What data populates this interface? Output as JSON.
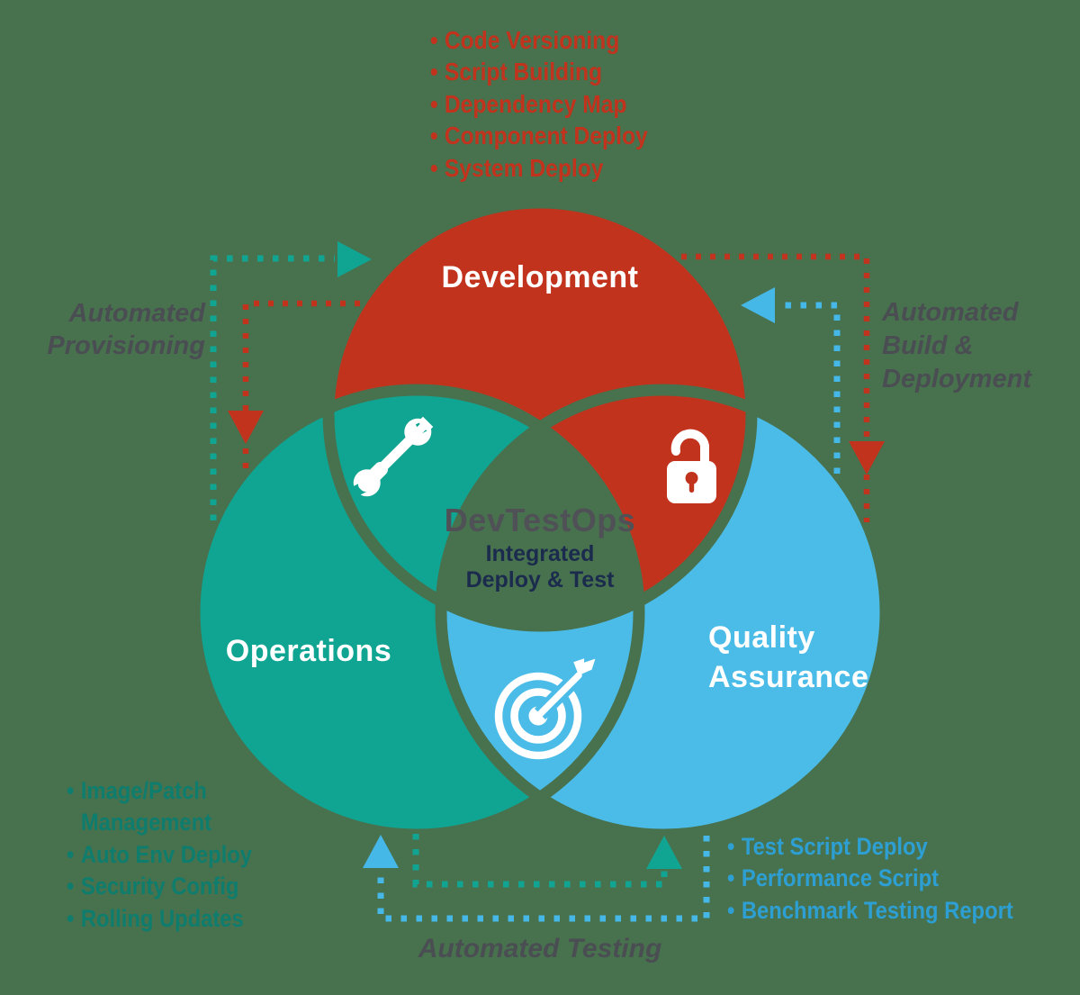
{
  "ui": {
    "bullet": "•"
  },
  "colors": {
    "background": "#48714e",
    "development_red": "#c2331d",
    "operations_teal": "#10a592",
    "qa_blue": "#4bbce8",
    "operations_text_teal": "#0e7d6e",
    "qa_text_blue": "#2d9fd2",
    "label_gray": "#4a4e53",
    "center_navy": "#1b2b4d",
    "center_gray": "#4f5156"
  },
  "center": {
    "title": "DevTestOps",
    "subtitle_line1": "Integrated",
    "subtitle_line2": "Deploy & Test"
  },
  "circles": {
    "development": {
      "label": "Development",
      "items": [
        "Code Versioning",
        "Script Building",
        "Dependency Map",
        "Component Deploy",
        "System Deploy"
      ]
    },
    "operations": {
      "label": "Operations",
      "items": [
        "Image/Patch Management",
        "Auto Env Deploy",
        "Security Config",
        "Rolling Updates"
      ]
    },
    "quality_assurance": {
      "label": "Quality Assurance",
      "items": [
        "Test Script Deploy",
        "Performance Script",
        "Benchmark Testing Report"
      ]
    }
  },
  "connectors": {
    "automated_provisioning": "Automated Provisioning",
    "automated_build_deployment": "Automated Build & Deployment",
    "automated_testing": "Automated Testing"
  },
  "icons": {
    "tools": "crossed-screwdriver-wrench",
    "lock": "unlocked-padlock",
    "target": "target-with-dart"
  }
}
